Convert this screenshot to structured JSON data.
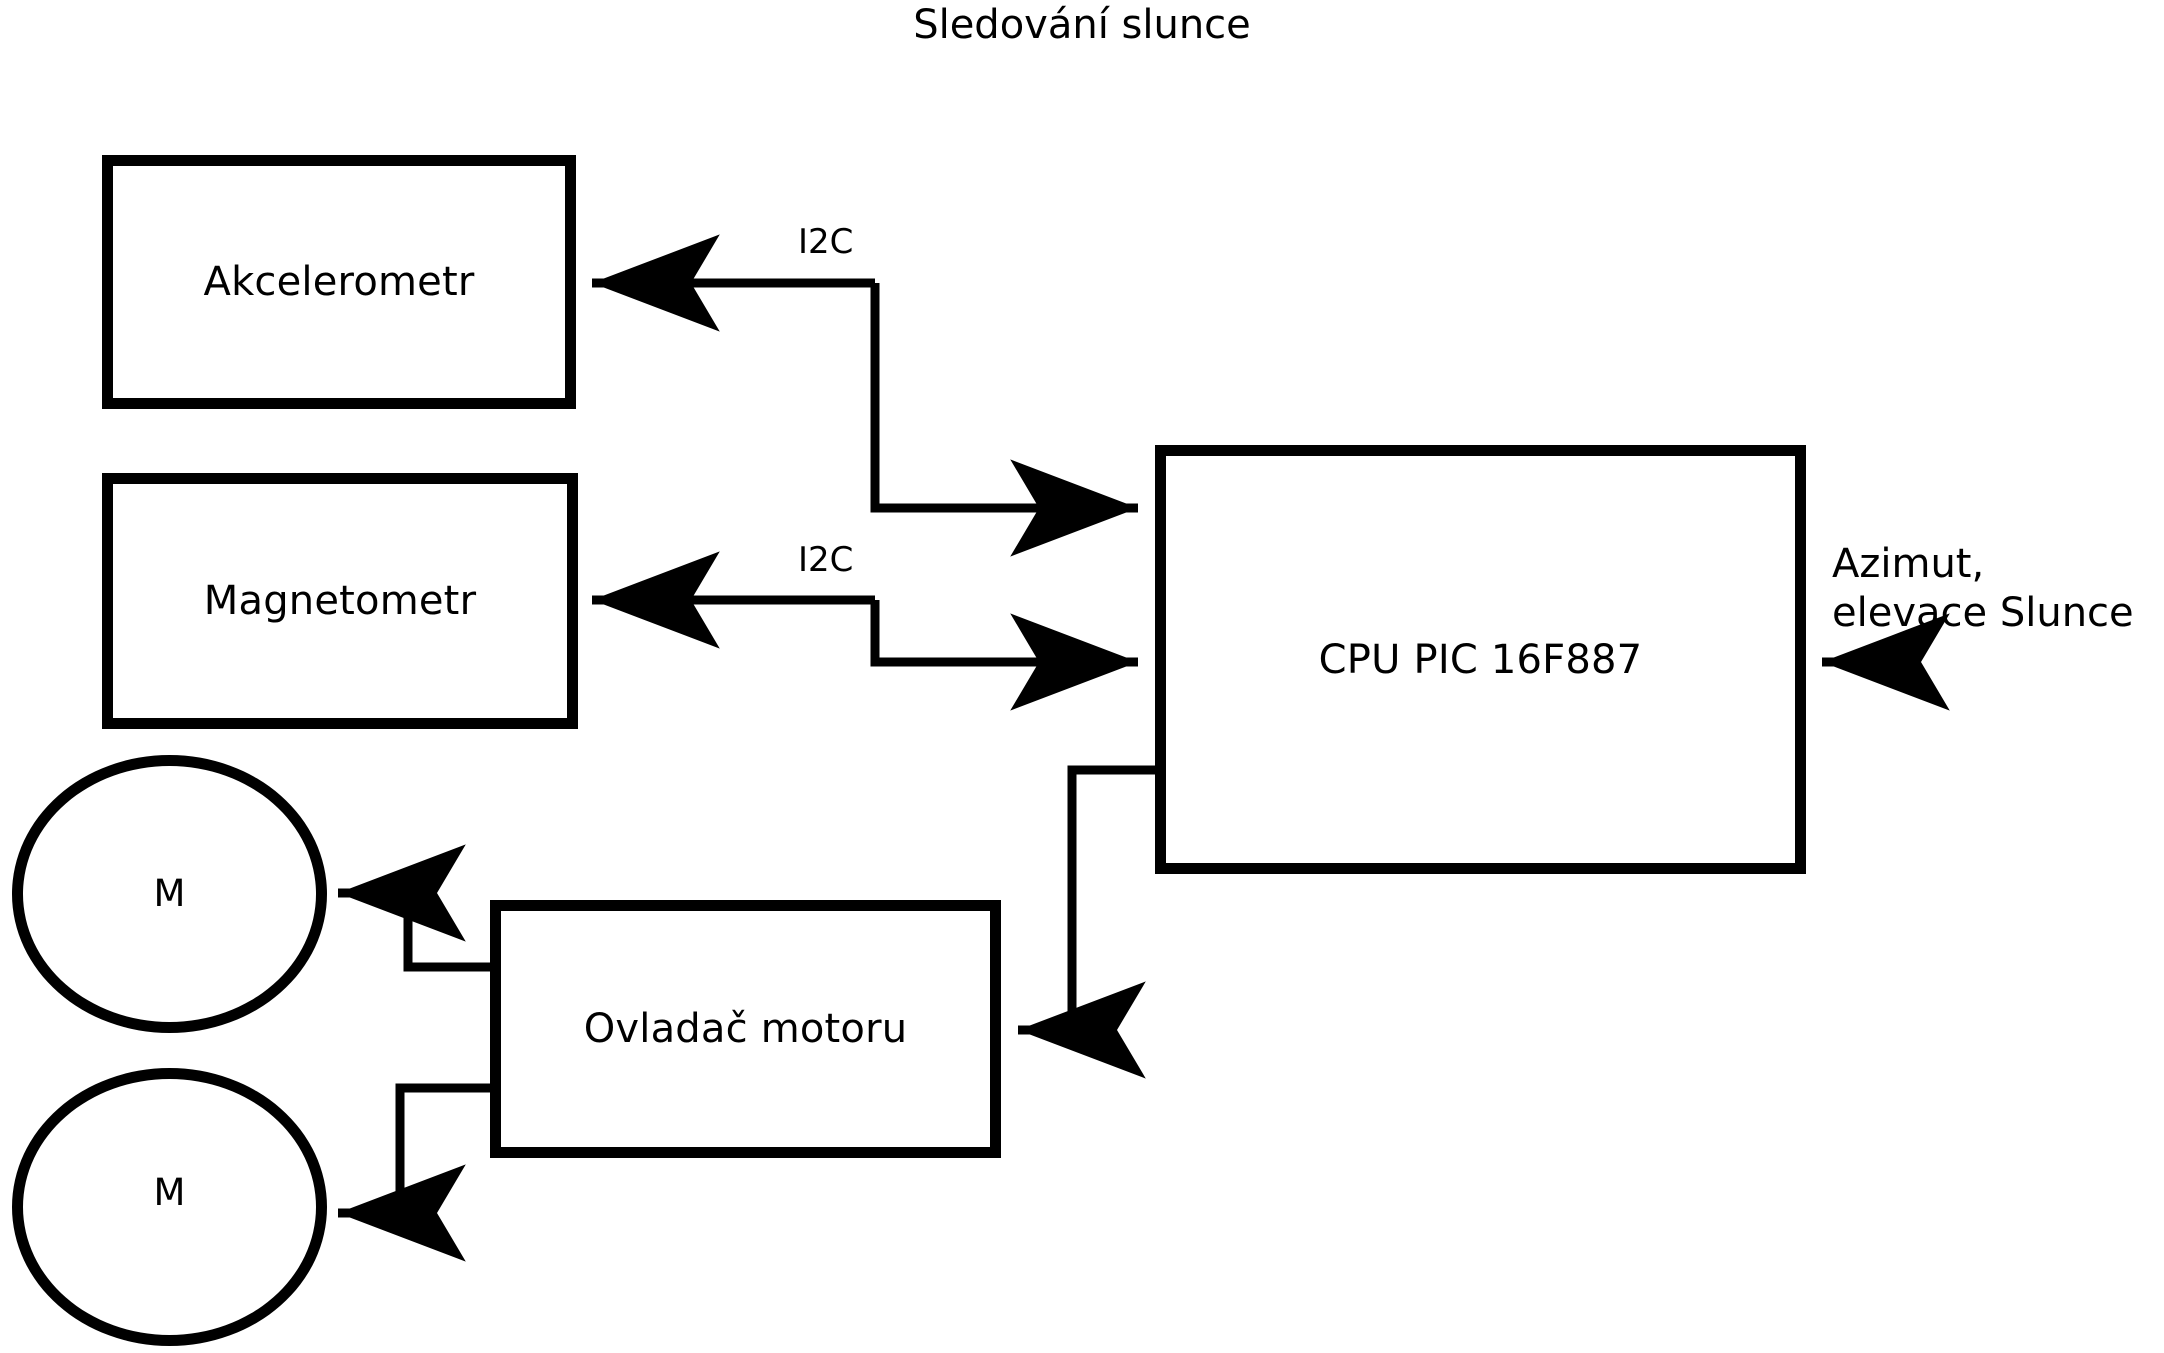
{
  "diagram": {
    "title": "Sledování slunce",
    "type": "block-diagram",
    "stroke_color": "#000000",
    "background_color": "#ffffff",
    "nodes": [
      {
        "id": "accelerometer",
        "label": "Akcelerometr",
        "shape": "rectangle"
      },
      {
        "id": "magnetometer",
        "label": "Magnetometr",
        "shape": "rectangle"
      },
      {
        "id": "cpu",
        "label": "CPU PIC 16F887",
        "shape": "rectangle"
      },
      {
        "id": "motor_driver",
        "label": "Ovladač motoru",
        "shape": "rectangle"
      },
      {
        "id": "motor_1",
        "label": "M",
        "shape": "circle"
      },
      {
        "id": "motor_2",
        "label": "M",
        "shape": "circle"
      }
    ],
    "edge_labels": {
      "i2c_accelerometer": "I2C",
      "i2c_magnetometer": "I2C"
    },
    "external_input": {
      "line1": "Azimut,",
      "line2": "elevace Slunce"
    }
  }
}
